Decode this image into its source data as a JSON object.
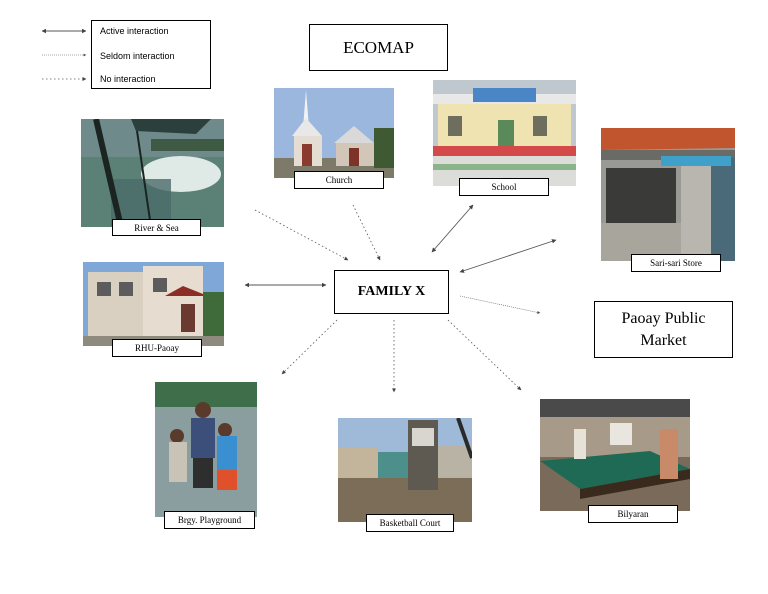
{
  "legend": {
    "active": "Active interaction",
    "seldom": "Seldom interaction",
    "none": "No interaction"
  },
  "title": "ECOMAP",
  "center": "FAMILY X",
  "nodes": {
    "church": "Church",
    "school": "School",
    "river": "River  & Sea",
    "sari": "Sari-sari Store",
    "rhu": "RHU-Paoay",
    "market_line1": "Paoay Public",
    "market_line2": "Market",
    "playground": "Brgy. Playground",
    "basketball": "Basketball Court",
    "bilyaran": "Bilyaran"
  },
  "connections": [
    {
      "node": "river",
      "type": "none",
      "direction": "to-center"
    },
    {
      "node": "church",
      "type": "none",
      "direction": "to-center"
    },
    {
      "node": "school",
      "type": "active",
      "direction": "both"
    },
    {
      "node": "sari",
      "type": "active",
      "direction": "both"
    },
    {
      "node": "rhu",
      "type": "active",
      "direction": "both"
    },
    {
      "node": "market",
      "type": "seldom",
      "direction": "from-center"
    },
    {
      "node": "playground",
      "type": "none",
      "direction": "from-center"
    },
    {
      "node": "basketball",
      "type": "none",
      "direction": "from-center"
    },
    {
      "node": "bilyaran",
      "type": "none",
      "direction": "from-center"
    }
  ],
  "colors": {
    "line": "#555555",
    "border": "#000000"
  }
}
